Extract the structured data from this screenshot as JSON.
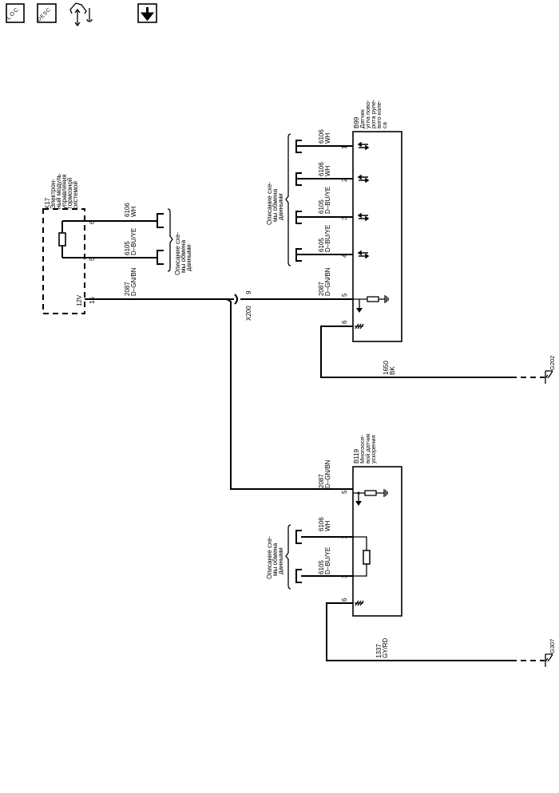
{
  "toolbar": {
    "loc_button": {
      "icon": "loc-icon",
      "label": "LOC"
    },
    "desc_button": {
      "icon": "desc-icon",
      "label": "DESC"
    },
    "component_view_icon": "component-view-icon",
    "download_button": {
      "icon": "arrow-down-icon"
    }
  },
  "k17": {
    "ref": "K17",
    "name_lines": [
      "Электрон-",
      "ный модуль",
      "управления",
      "тормозной",
      "системой"
    ],
    "voltage": "12V",
    "pins": [
      {
        "pin": "6",
        "circuit": "6106",
        "color": "WH"
      },
      {
        "pin": "5",
        "circuit": "6105",
        "color": "D–BU/YE"
      },
      {
        "pin": "15",
        "circuit": "2087",
        "color": "D–GN/BN"
      }
    ],
    "note_lines": [
      "Описание схе-",
      "мы обмена",
      "данными"
    ]
  },
  "x200": {
    "ref": "X200",
    "pin": "9"
  },
  "b99": {
    "ref": "B99",
    "name_lines": [
      "Датчик",
      "угла пово-",
      "рота руле-",
      "вого коле-",
      "са"
    ],
    "pins": [
      {
        "pin": "1",
        "circuit": "6106",
        "color": "WH"
      },
      {
        "pin": "2",
        "circuit": "6106",
        "color": "WH"
      },
      {
        "pin": "3",
        "circuit": "6105",
        "color": "D–BU/YE"
      },
      {
        "pin": "4",
        "circuit": "6105",
        "color": "D–BU/YE"
      },
      {
        "pin": "5",
        "circuit": "2087",
        "color": "D–GN/BN"
      },
      {
        "pin": "6"
      }
    ],
    "note_lines": [
      "Описание схе-",
      "мы обмена",
      "данными"
    ],
    "ground_wire": {
      "circuit": "1650",
      "color": "BK"
    },
    "ground": "G202"
  },
  "b119": {
    "ref": "B119",
    "name_lines": [
      "Многоосе-",
      "вой датчик",
      "ускорения"
    ],
    "pins": [
      {
        "pin": "5",
        "circuit": "2087",
        "color": "D–GN/BN"
      },
      {
        "pin": "1",
        "circuit": "6106",
        "color": "WH"
      },
      {
        "pin": "3",
        "circuit": "6105",
        "color": "D–BU/YE"
      },
      {
        "pin": "6"
      }
    ],
    "note_lines": [
      "Описание схе-",
      "мы обмена",
      "данными"
    ],
    "ground_wire": {
      "circuit": "1337",
      "color": "GY/RD"
    },
    "ground": "G307"
  }
}
